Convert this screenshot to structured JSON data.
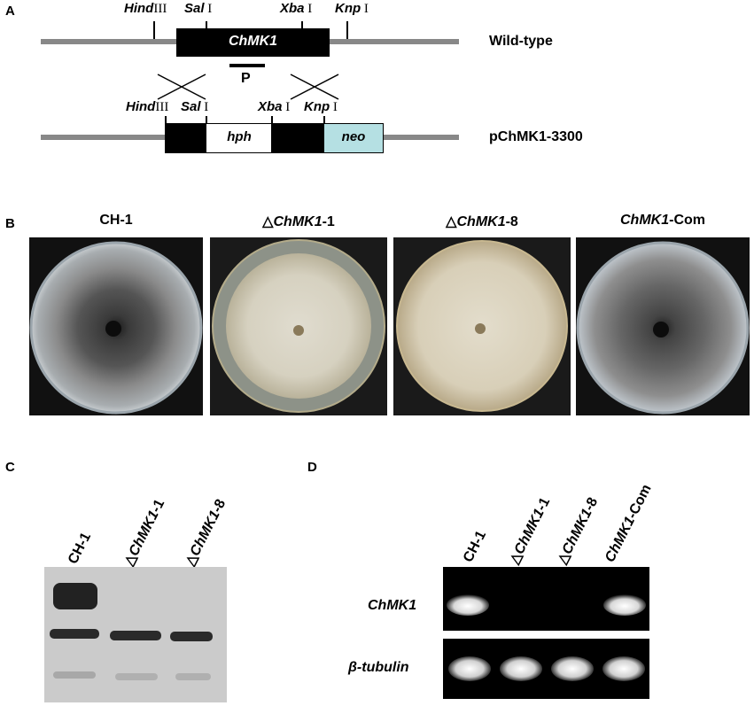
{
  "panels": {
    "a": "A",
    "b": "B",
    "c": "C",
    "d": "D"
  },
  "construct": {
    "sites_top": [
      {
        "italic": "Hind",
        "roman": "III"
      },
      {
        "italic": "Sal",
        "roman": " I"
      },
      {
        "italic": "Xba",
        "roman": " I"
      },
      {
        "italic": "Knp",
        "roman": " I"
      }
    ],
    "gene_label": "ChMK1",
    "probe_label": "P",
    "wildtype_label": "Wild-type",
    "sites_bottom": [
      {
        "italic": "Hind",
        "roman": "III"
      },
      {
        "italic": "Sal",
        "roman": " I"
      },
      {
        "italic": "Xba",
        "roman": " I"
      },
      {
        "italic": "Knp",
        "roman": " I"
      }
    ],
    "hph_label": "hph",
    "neo_label": "neo",
    "vector_label": "pChMK1-3300",
    "colors": {
      "backbone": "#888888",
      "gene": "#000000",
      "hph": "#ffffff",
      "neo": "#b5e0e3"
    }
  },
  "plates": [
    {
      "prefix": "",
      "italic": "",
      "suffix": "CH-1"
    },
    {
      "prefix": "△",
      "italic": "ChMK1",
      "suffix": "-1"
    },
    {
      "prefix": "△",
      "italic": "ChMK1",
      "suffix": "-8"
    },
    {
      "prefix": "",
      "italic": "ChMK1",
      "suffix": "-Com"
    }
  ],
  "southern": {
    "lanes": [
      {
        "prefix": "",
        "italic": "",
        "suffix": "CH-1"
      },
      {
        "prefix": "△",
        "italic": "ChMK1",
        "suffix": "-1"
      },
      {
        "prefix": "△",
        "italic": "ChMK1",
        "suffix": "-8"
      }
    ]
  },
  "rtpcr": {
    "lanes": [
      {
        "prefix": "",
        "italic": "",
        "suffix": "CH-1"
      },
      {
        "prefix": "△",
        "italic": "ChMK1",
        "suffix": "-1"
      },
      {
        "prefix": "△",
        "italic": "ChMK1",
        "suffix": "-8"
      },
      {
        "prefix": "",
        "italic": "ChMK1",
        "suffix": "-Com"
      }
    ],
    "rows": [
      "ChMK1",
      "β-tubulin"
    ]
  }
}
